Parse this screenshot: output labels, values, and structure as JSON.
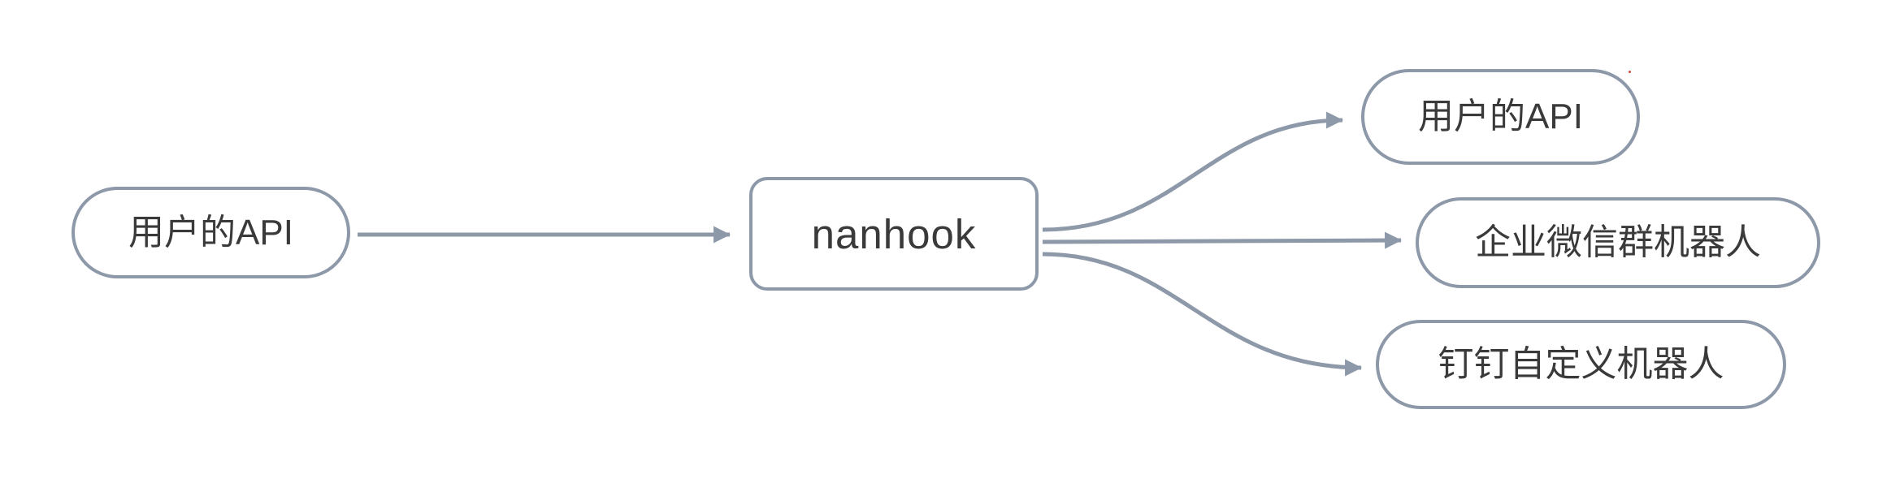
{
  "diagram": {
    "background": "#ffffff",
    "stroke_color": "#8d98a9",
    "text_color": "#3a3a3a",
    "nodes": {
      "source": {
        "label": "用户的API"
      },
      "hub": {
        "label": "nanhook"
      },
      "target_user_api": {
        "label": "用户的API"
      },
      "target_wecom_bot": {
        "label": "企业微信群机器人"
      },
      "target_dingtalk_bot": {
        "label": "钉钉自定义机器人"
      }
    },
    "edges": [
      {
        "from": "source",
        "to": "hub"
      },
      {
        "from": "hub",
        "to": "target_user_api"
      },
      {
        "from": "hub",
        "to": "target_wecom_bot"
      },
      {
        "from": "hub",
        "to": "target_dingtalk_bot"
      }
    ]
  }
}
